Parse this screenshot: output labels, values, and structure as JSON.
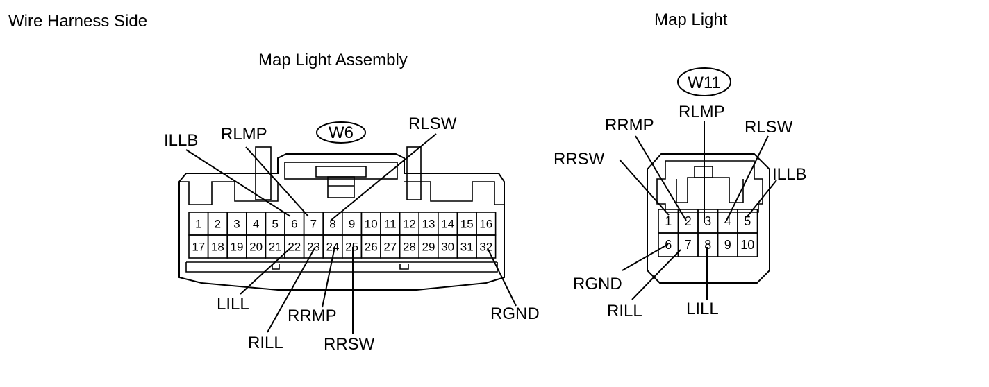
{
  "header": {
    "left_title": "Wire Harness Side",
    "right_title": "Map Light"
  },
  "w6": {
    "assembly_title": "Map Light Assembly",
    "code": "W6",
    "pins_top": [
      "1",
      "2",
      "3",
      "4",
      "5",
      "6",
      "7",
      "8",
      "9",
      "10",
      "11",
      "12",
      "13",
      "14",
      "15",
      "16"
    ],
    "pins_bottom": [
      "17",
      "18",
      "19",
      "20",
      "21",
      "22",
      "23",
      "24",
      "25",
      "26",
      "27",
      "28",
      "29",
      "30",
      "31",
      "32"
    ],
    "signals": [
      "ILLB",
      "RLMP",
      "RLSW",
      "LILL",
      "RILL",
      "RRMP",
      "RRSW",
      "RGND"
    ]
  },
  "w11": {
    "code": "W11",
    "pins_top": [
      "1",
      "2",
      "3",
      "4",
      "5"
    ],
    "pins_bottom": [
      "6",
      "7",
      "8",
      "9",
      "10"
    ],
    "signals": [
      "RLMP",
      "RRMP",
      "RLSW",
      "RRSW",
      "ILLB",
      "RGND",
      "RILL",
      "LILL"
    ]
  },
  "colors": {
    "line": "#000000",
    "background": "#ffffff"
  }
}
